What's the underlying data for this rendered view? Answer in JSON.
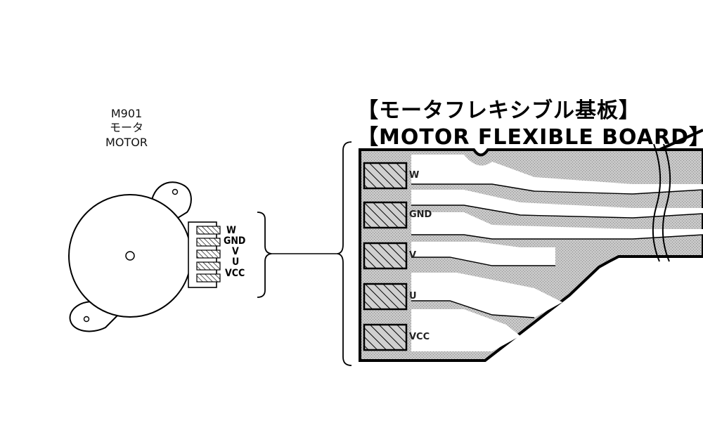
{
  "motor": {
    "ref": "M901",
    "name_ja": "モータ",
    "name_en": "MOTOR"
  },
  "board": {
    "title_ja": "【モータフレキシブル基板】",
    "title_en": "【MOTOR FLEXIBLE BOARD】"
  },
  "pins": [
    "W",
    "GND",
    "V",
    "U",
    "VCC"
  ],
  "colors": {
    "line": "#000000",
    "board_fill": "#bdbdbd",
    "trace_fill": "#ffffff"
  }
}
